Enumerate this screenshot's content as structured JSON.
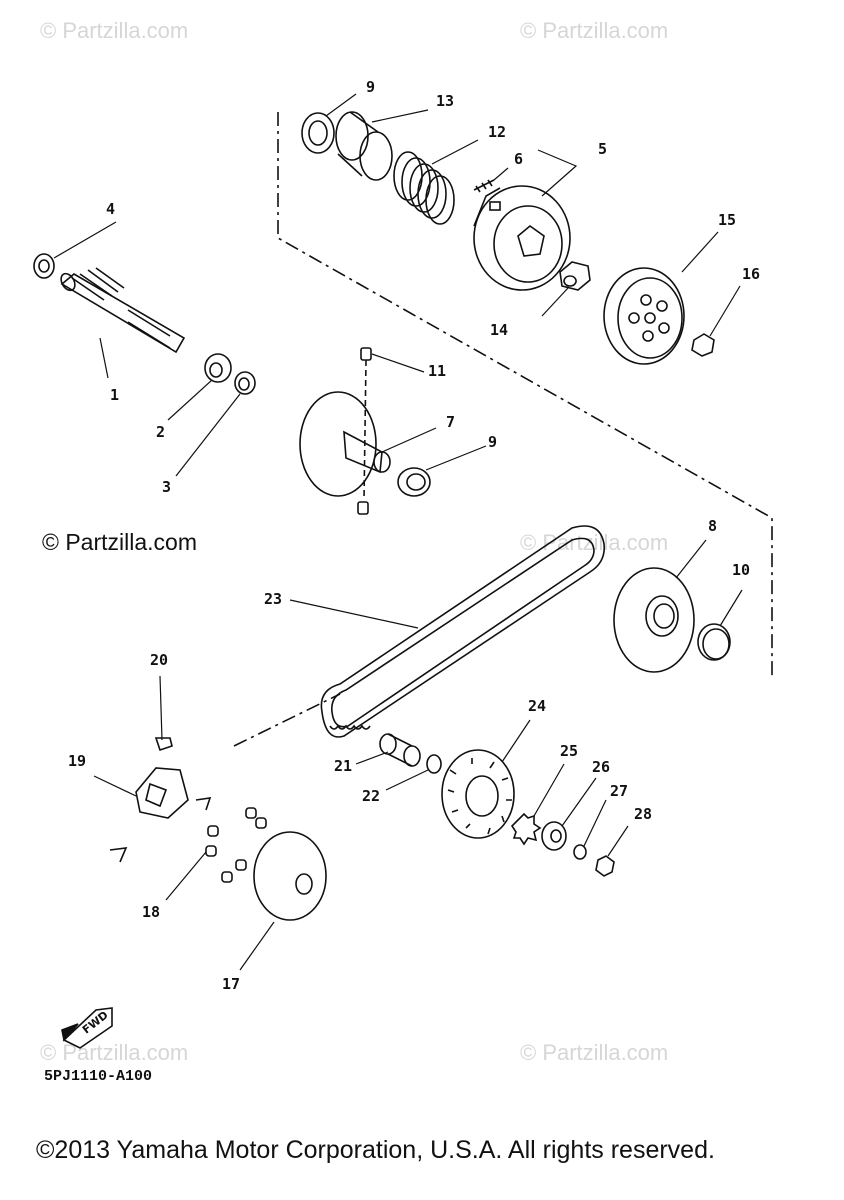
{
  "watermarks": {
    "top_left": "© Partzilla.com",
    "top_right": "© Partzilla.com",
    "middle_left": "© Partzilla.com",
    "middle_right": "© Partzilla.com",
    "bottom_left": "© Partzilla.com",
    "bottom_right": "© Partzilla.com"
  },
  "callouts": [
    "1",
    "2",
    "3",
    "4",
    "5",
    "6",
    "7",
    "8",
    "9",
    "9",
    "10",
    "11",
    "12",
    "13",
    "14",
    "15",
    "16",
    "17",
    "18",
    "19",
    "20",
    "21",
    "22",
    "23",
    "24",
    "25",
    "26",
    "27",
    "28"
  ],
  "fwd_label": "FWD",
  "diagram_code": "5PJ1110-A100",
  "copyright": "©2013 Yamaha Motor Corporation, U.S.A. All rights reserved."
}
